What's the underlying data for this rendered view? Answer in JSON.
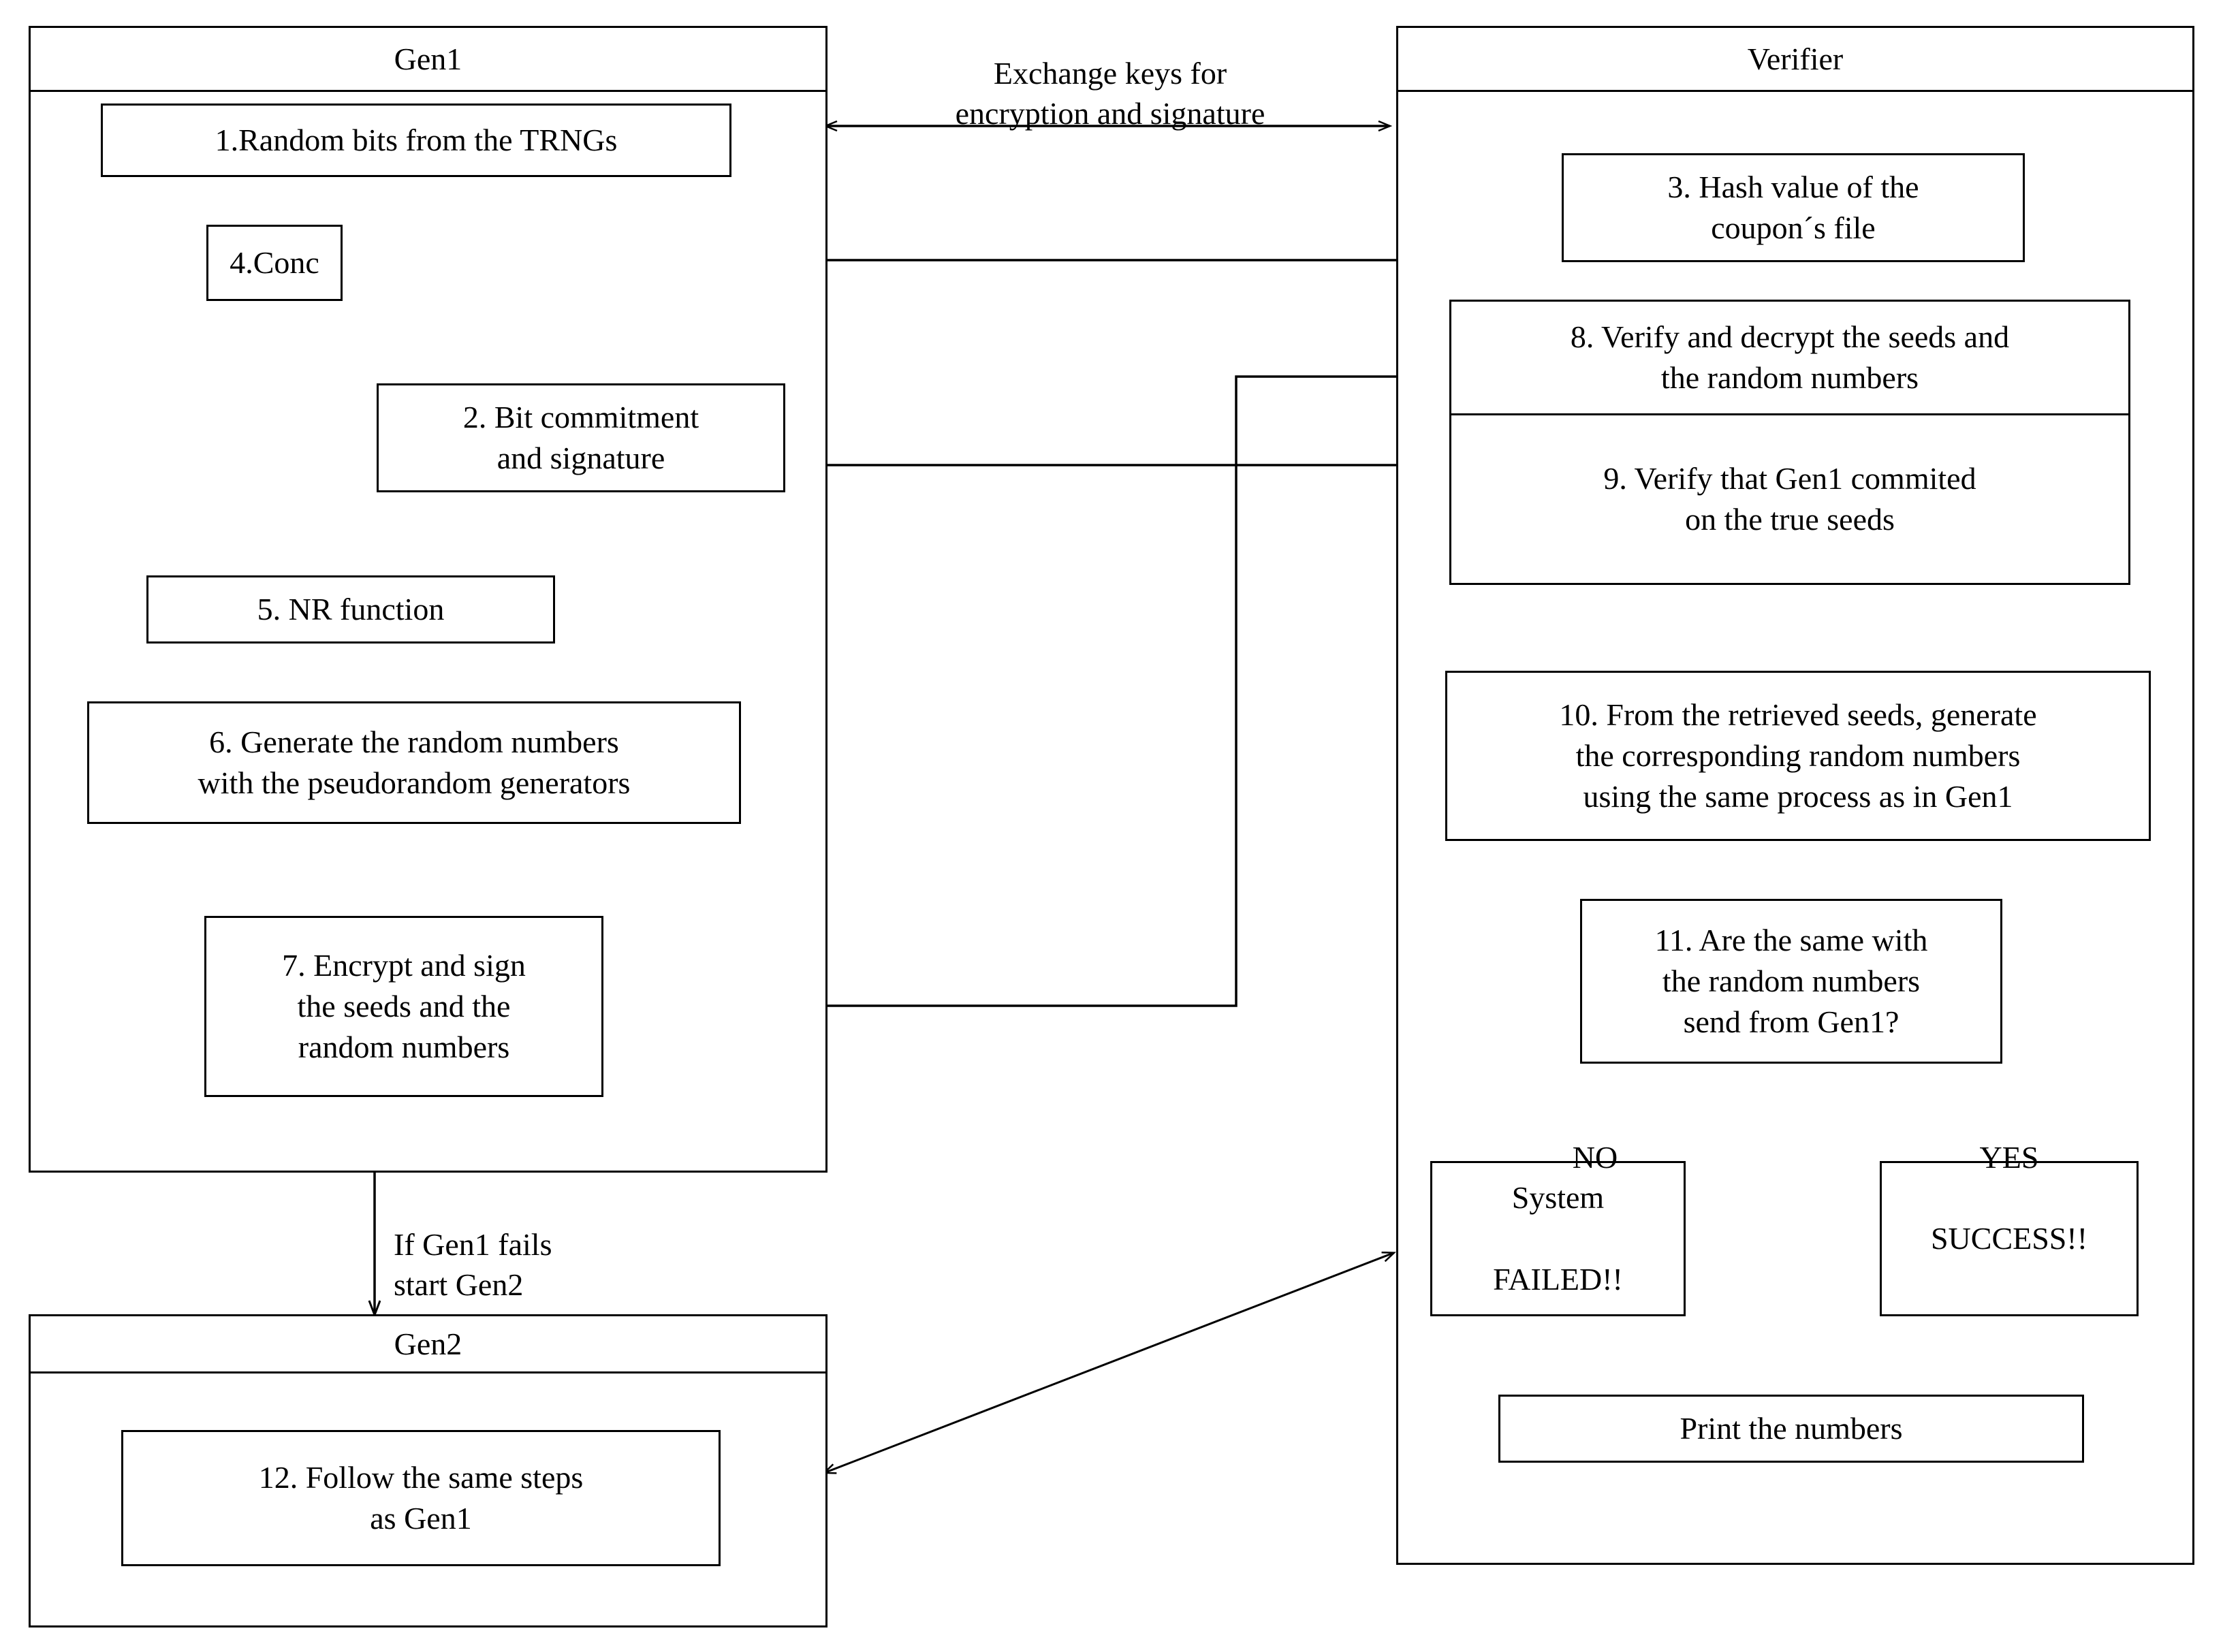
{
  "diagram": {
    "title": "Gen1 / Verifier protocol flowchart",
    "panels": {
      "gen1": {
        "label": "Gen1"
      },
      "gen2": {
        "label": "Gen2"
      },
      "verifier": {
        "label": "Verifier"
      }
    },
    "gen1_nodes": {
      "n1": "1.Random bits from the TRNGs",
      "n4": "4.Conc",
      "n2": "2. Bit commitment\nand signature",
      "n5": "5. NR function",
      "n6": "6. Generate the random numbers\nwith the pseudorandom generators",
      "n7": "7. Encrypt and sign\nthe seeds and the\nrandom numbers"
    },
    "gen2_nodes": {
      "n12": "12. Follow the same steps\nas Gen1"
    },
    "verifier_nodes": {
      "n3": "3. Hash value of the\ncoupon´s file",
      "n8": "8. Verify and decrypt the seeds and\nthe random numbers",
      "n9": "9. Verify that Gen1 commited\non the true seeds",
      "n10": "10. From the retrieved seeds, generate\nthe corresponding random numbers\nusing the same process as in Gen1",
      "n11": "11. Are the same with\nthe random numbers\nsend from Gen1?",
      "failed": "System\n\nFAILED!!",
      "success": "SUCCESS!!",
      "print": "Print the numbers"
    },
    "edge_labels": {
      "exchange": "Exchange keys for\nencryption and signature",
      "gen1_fails": "If Gen1 fails\nstart Gen2",
      "branch_no": "NO",
      "branch_yes": "YES"
    },
    "colors": {
      "line": "#000000",
      "background": "#ffffff",
      "text": "#000000"
    }
  }
}
